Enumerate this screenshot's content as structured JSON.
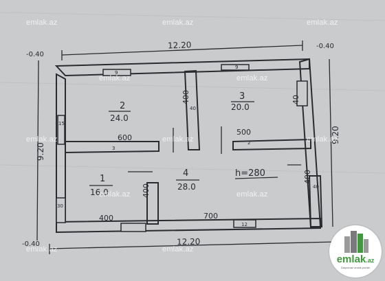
{
  "colors": {
    "paper": "#c9cbcd",
    "ink": "#2a2a2f",
    "watermark": "#ffffff",
    "logo_green": "#3e9a3a"
  },
  "dimensions": {
    "top_total": "12.20",
    "bottom_total": "12.20",
    "left_height": "9.20",
    "right_height": "9.20",
    "offset_top_left": "-0.40",
    "offset_top_right": "-0.40",
    "offset_bottom_left": "-0.40"
  },
  "rooms": [
    {
      "number": "2",
      "area": "24.0"
    },
    {
      "number": "3",
      "area": "20.0"
    },
    {
      "number": "1",
      "area": "16.0"
    },
    {
      "number": "4",
      "area": "28.0"
    }
  ],
  "openings": {
    "top_left_window": "9",
    "top_right_window": "9",
    "left_window": "15",
    "left_lower_window": "30",
    "interior_door_left": "3",
    "interior_door_right": "2",
    "bottom_window": "12",
    "right_lower_window": "40",
    "wall_room2_room3": "40"
  },
  "wall_lengths": {
    "room2_bottom": "600",
    "room3_bottom": "500",
    "wall_400_center_left": "400",
    "wall_400_center_right": "400",
    "wall_400_right_lower": "400",
    "bottom_left": "400",
    "bottom_right": "700"
  },
  "ceiling_height": "h=280",
  "watermark_text": "emlak.az",
  "logo": {
    "brand": "emlak",
    "domain": ".az",
    "tagline": "Daşınmaz əmlak portalı"
  }
}
